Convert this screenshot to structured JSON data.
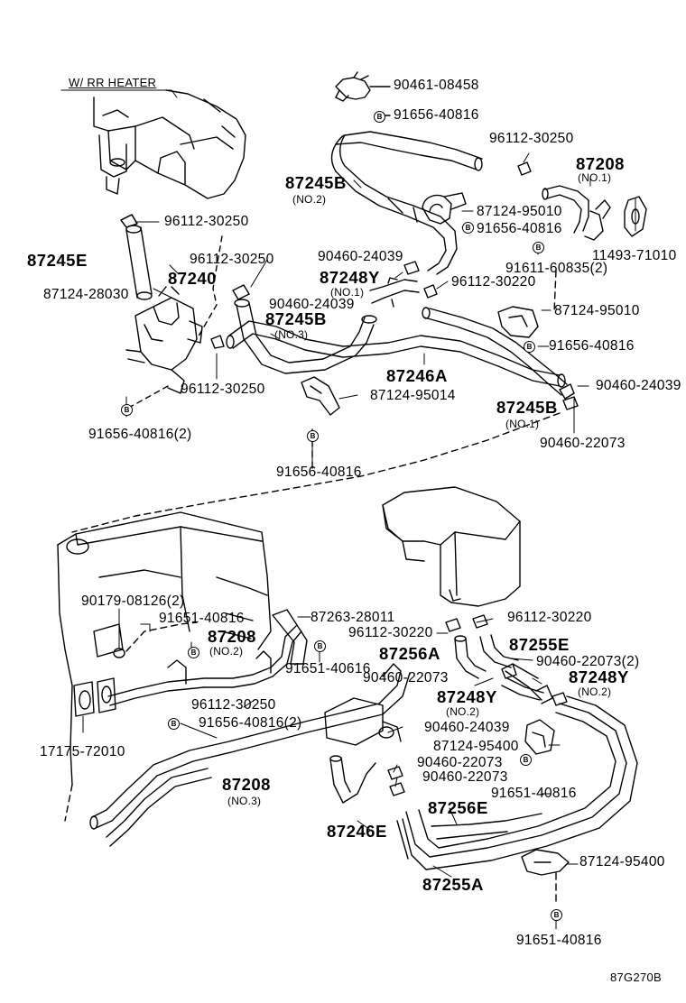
{
  "header": "W/ RR HEATER",
  "diagram_code": "87G270B",
  "bolt_symbol": "B",
  "parts": {
    "p90461_08458": "90461-08458",
    "p91656_40816_top": "91656-40816",
    "p96112_30250_a": "96112-30250",
    "p87208_top": "87208",
    "p87208_top_no": "(NO.1)",
    "p87245b_top": "87245B",
    "p87245b_top_no": "(NO.2)",
    "p87124_9501x": "87124-95010",
    "p91656_40816_b": "91656-40816",
    "p11493_7101x": "11493-71010",
    "p96112_30250_b": "96112-30250",
    "p87245e": "87245E",
    "p96112_30250_c": "96112-30250",
    "p90460_24039_a": "90460-24039",
    "p91611_60835": "91611-60835(2)",
    "p87240": "87240",
    "p87248y_top": "87248Y",
    "p87248y_top_no": "(NO.1)",
    "p96112_30220_a": "96112-30220",
    "p87124_2803x": "87124-28030",
    "p90460_24039_b": "90460-24039",
    "p87124_95010": "87124-95010",
    "p87245b_mid": "87245B",
    "p87245b_mid_no": "(NO.3)",
    "p91656_40816_c": "91656-40816",
    "p87246a": "87246A",
    "p90460_240xx": "90460-24039",
    "p96112_30250_d": "96112-30250",
    "p87124_95014": "87124-95014",
    "p87245b_low": "87245B",
    "p87245b_low_no": "(NO.1)",
    "p91656_40816_2": "91656-40816(2)",
    "p90460_22073_a": "90460-22073",
    "p91656_40816_d": "91656-40816",
    "p90179_08126": "90179-08126(2)",
    "p91651_4081x": "91651-40816",
    "p87263_28011": "87263-28011",
    "p96112_30220_b": "96112-30220",
    "p87208_mid": "87208",
    "p87208_mid_no": "(NO.2)",
    "p96112_3022x": "96112-30220",
    "p87256a": "87256A",
    "p87255e": "87255E",
    "p91651_40616": "91651-40616",
    "p90460_2207x": "90460-22073",
    "p90460_22073_2": "90460-22073(2)",
    "p87248y_low": "87248Y",
    "p87248y_low_no_a": "(NO.2)",
    "p87248y_b": "87248Y",
    "p87248y_b_no": "(NO.2)",
    "p96112_3025x": "96112-30250",
    "p91656_4081x_2": "91656-40816(2)",
    "p90460_24039_c": "90460-24039",
    "p17175_72010": "17175-72010",
    "p87124_95400_a": "87124-95400",
    "p90460_22073_b": "90460-22073",
    "p90460_22073_c": "90460-22073",
    "p87208_low": "87208",
    "p87208_low_no": "(NO.3)",
    "p91651_40816_e": "91651-40816",
    "p87256e": "87256E",
    "p87246e": "87246E",
    "p87124_95400_b": "87124-95400",
    "p87255a": "87255A",
    "p91651_40816_f": "91651-40816"
  }
}
